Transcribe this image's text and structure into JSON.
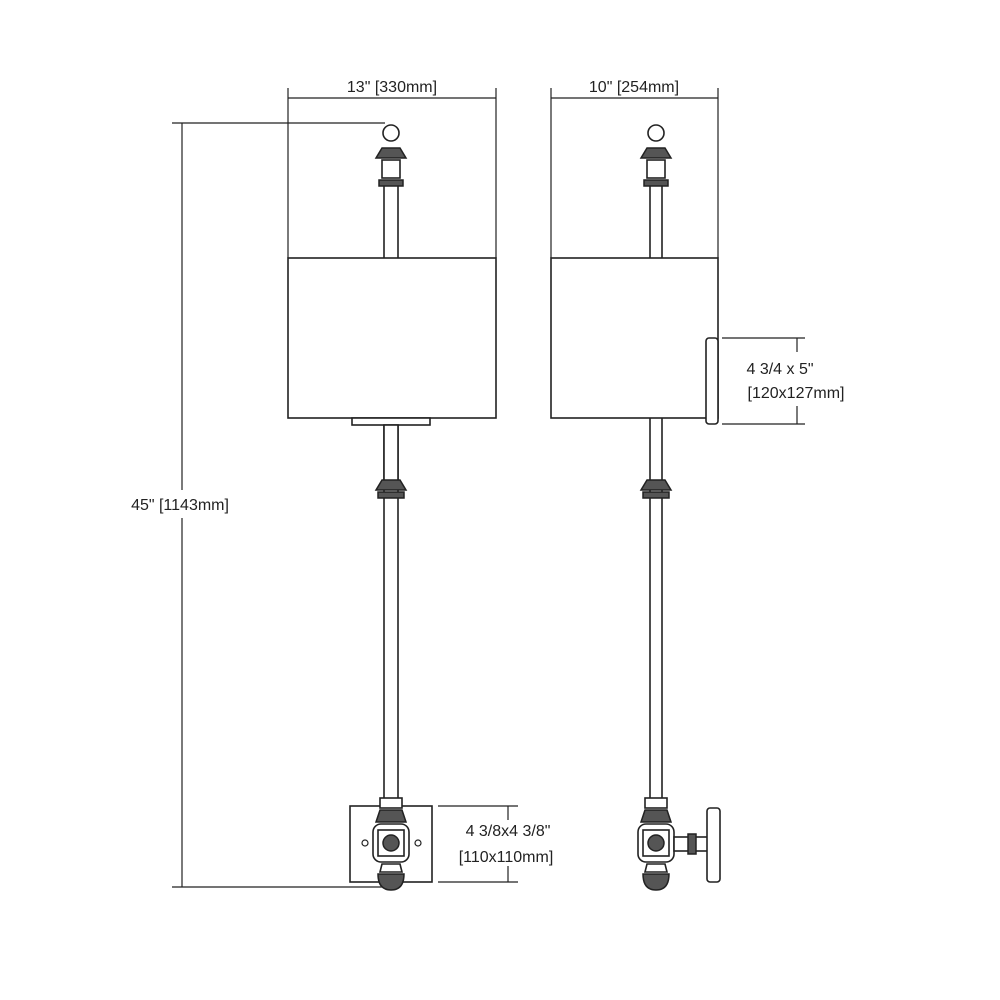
{
  "front_view": {
    "width_label": "13\" [330mm]",
    "height_label": "45\" [1143mm]",
    "backplate_label_line1": "4 3/8x4 3/8\"",
    "backplate_label_line2": "[110x110mm]"
  },
  "side_view": {
    "width_label": "10\" [254mm]",
    "plate_label_line1": "4 3/4 x 5\"",
    "plate_label_line2": "[120x127mm]"
  },
  "colors": {
    "line": "#222222",
    "background": "#ffffff"
  }
}
